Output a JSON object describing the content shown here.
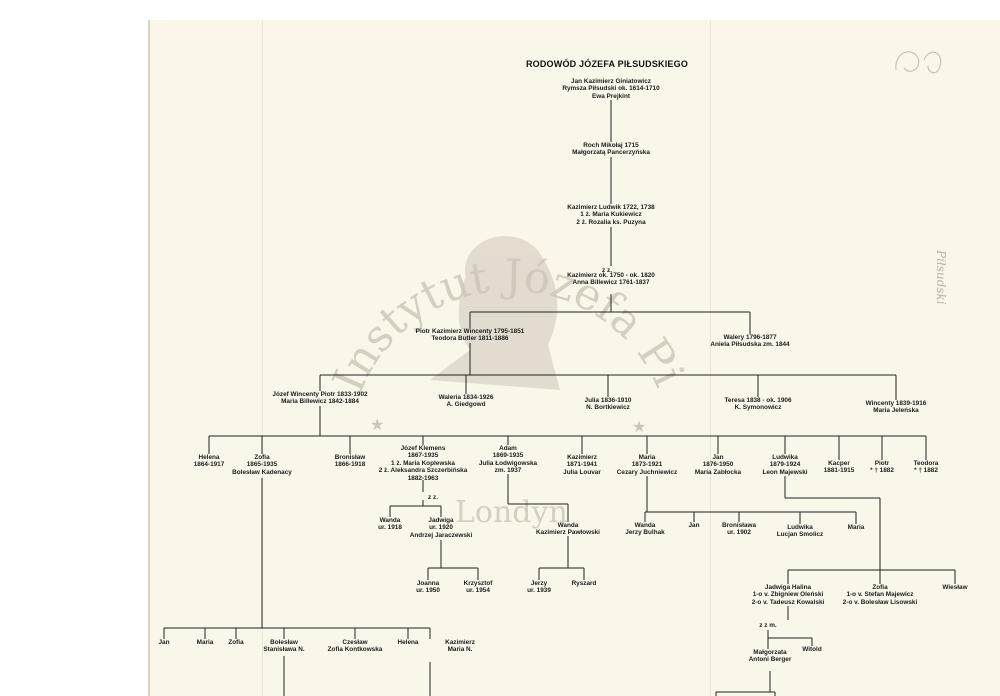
{
  "title": "RODOWÓD JÓZEFA PIŁSUDSKIEGO",
  "watermark": {
    "arc_text": "Instytut Józefa Piłsudskiego",
    "bottom_text": "Londyn",
    "color": "#c9c4b6"
  },
  "side_note": "Piłsudski",
  "marks": {
    "zz_1": "z z.",
    "zz_2": "z z.",
    "zzm": "z z m."
  },
  "nodes": {
    "jan_kazimierz": [
      "Jan Kazimierz Giniatowicz",
      "Rymsza Piłsudski ok. 1614-1710",
      "Ewa Prejkint"
    ],
    "roch": [
      "Roch Mikołaj 1715",
      "Małgorzatą Pancerzyńska"
    ],
    "kazimierz_ludwik": [
      "Kazimierz Ludwik 1722, 1738",
      "1 ż. Maria Kukiewicz",
      "2 ż. Rozalia ks. Puzyna"
    ],
    "kazimierz": [
      "Kazimierz ok. 1750 - ok. 1820",
      "Anna Billewicz 1761-1837"
    ],
    "piotr_kazimierz": [
      "Piotr Kazimierz Wincenty 1795-1851",
      "Teodora Butler 1811-1886"
    ],
    "walery": [
      "Walery 1796-1877",
      "Aniela Piłsudska zm. 1844"
    ],
    "jozef_wincenty": [
      "Józef Wincenty Piotr 1833-1902",
      "Maria Billewicz 1842-1884"
    ],
    "waleria": [
      "Waleria 1834-1926",
      "A. Giedgowd"
    ],
    "julia": [
      "Julia 1836-1910",
      "N. Bortkiewicz"
    ],
    "teresa": [
      "Teresa 1838 - ok. 1906",
      "K. Symonowicz"
    ],
    "wincenty": [
      "Wincenty 1839-1916",
      "Maria Jeleńska"
    ],
    "helena": [
      "Helena",
      "1864-1917"
    ],
    "zofia": [
      "Zofia",
      "1865-1935",
      "Bolesław Kadenacy"
    ],
    "bronislaw": [
      "Bronisław",
      "1866-1918"
    ],
    "jozef_klemens": [
      "Józef Klemens",
      "1867-1935",
      "1 ż. Maria Koplewska",
      "2 ż. Aleksandra Szczerbińska",
      "1882-1963"
    ],
    "adam": [
      "Adam",
      "1869-1935",
      "Julia Łodwigowska",
      "zm. 1937"
    ],
    "kazimierz2": [
      "Kazimierz",
      "1871-1941",
      "Julia Louvar"
    ],
    "maria": [
      "Maria",
      "1873-1921",
      "Cezary Juchniewicz"
    ],
    "jan": [
      "Jan",
      "1876-1950",
      "Maria Zabłocka"
    ],
    "ludwika": [
      "Ludwika",
      "1879-1924",
      "Leon Majewski"
    ],
    "kacper": [
      "Kacper",
      "1881-1915"
    ],
    "piotr": [
      "Piotr",
      "* † 1882"
    ],
    "teodora": [
      "Teodora",
      "* † 1882"
    ],
    "wanda1": [
      "Wanda",
      "ur. 1918"
    ],
    "jadwiga1": [
      "Jadwiga",
      "ur. 1920",
      "Andrzej Jaraczewski"
    ],
    "wanda2": [
      "Wanda",
      "Kazimierz Pawłowski"
    ],
    "wanda3": [
      "Wanda",
      "Jerzy Bulhak"
    ],
    "jan2": [
      "Jan"
    ],
    "bronislawa": [
      "Bronisława",
      "ur. 1902"
    ],
    "ludwika2": [
      "Ludwika",
      "Lucjan Smolicz"
    ],
    "maria2": [
      "Maria"
    ],
    "joanna": [
      "Joanna",
      "ur. 1950"
    ],
    "krzysztof": [
      "Krzysztof",
      "ur. 1954"
    ],
    "jerzy": [
      "Jerzy",
      "ur. 1939"
    ],
    "ryszard": [
      "Ryszard"
    ],
    "jadwiga_halina": [
      "Jadwiga Halina",
      "1-o v. Zbigniew Oleński",
      "2-o v. Tadeusz Kowalski"
    ],
    "zofia2": [
      "Zofia",
      "1-o v. Stefan Majewicz",
      "2-o v. Bolesław Lisowski"
    ],
    "wieslaw": [
      "Wiesław"
    ],
    "jan3": [
      "Jan"
    ],
    "maria3": [
      "Maria"
    ],
    "zofia3": [
      "Zofia"
    ],
    "boleslaw": [
      "Bolesław",
      "Stanisława N."
    ],
    "czeslaw": [
      "Czesław",
      "Zofia Kontkowska"
    ],
    "helena2": [
      "Helena"
    ],
    "kazimierz3": [
      "Kazimierz",
      "Maria N."
    ],
    "malgorzata": [
      "Małgorzata",
      "Antoni Berger"
    ],
    "witold": [
      "Witold"
    ]
  }
}
